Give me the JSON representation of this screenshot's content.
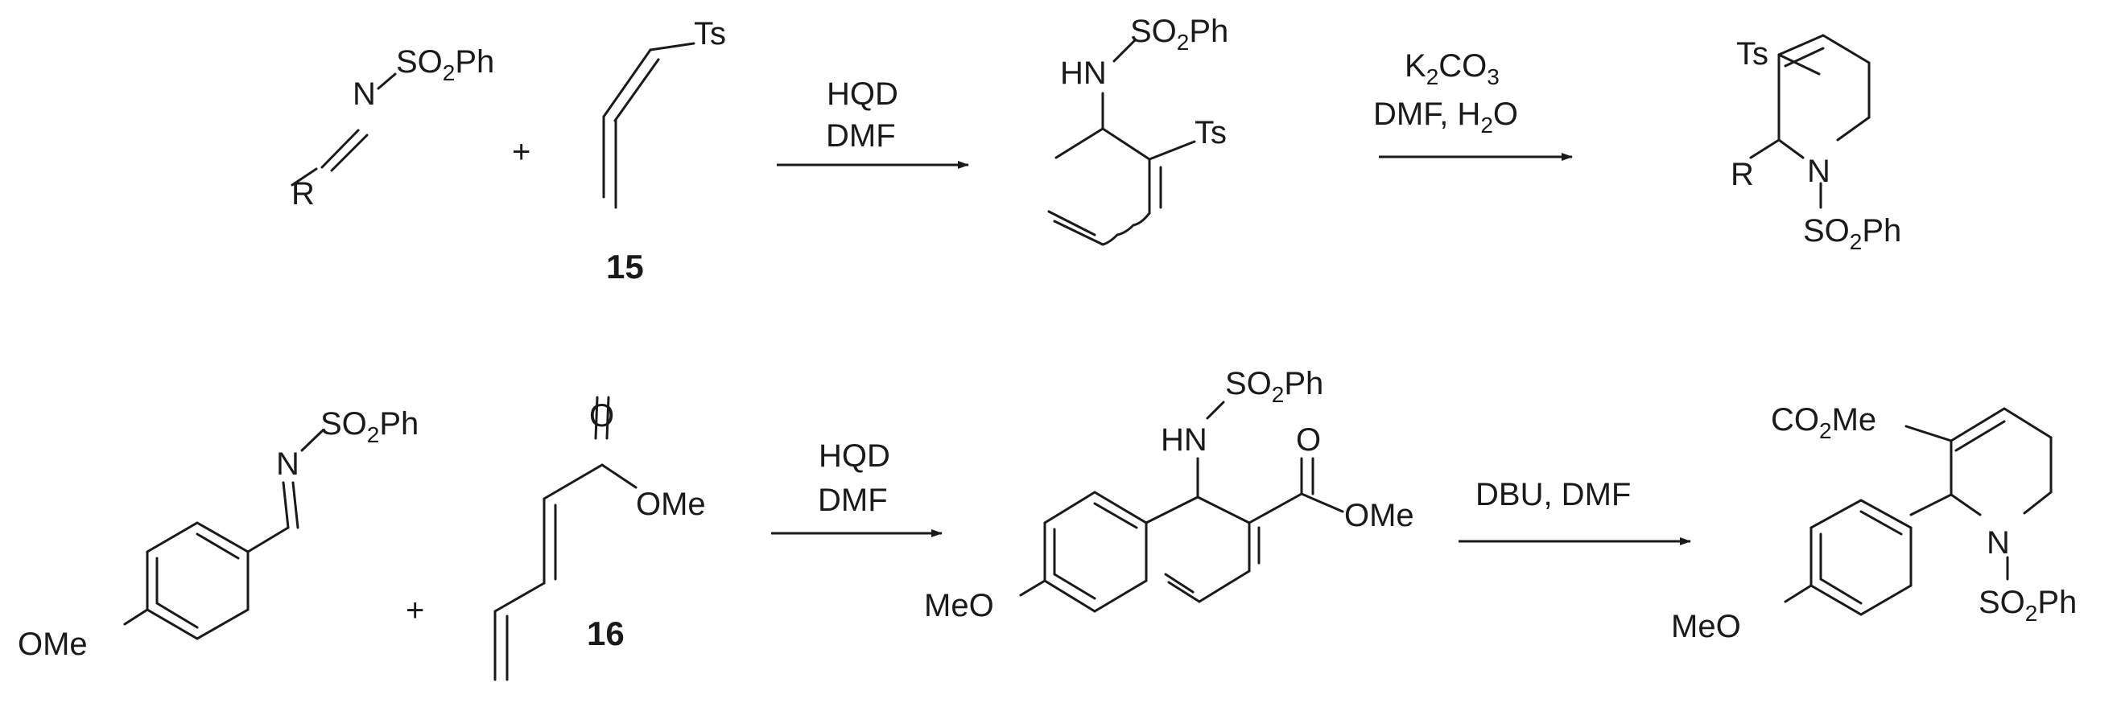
{
  "scheme1": {
    "reactant_imine": {
      "n": "N",
      "so2ph": [
        "SO",
        "2",
        "Ph"
      ],
      "r": "R"
    },
    "plus": "+",
    "reactant_diene": {
      "ts": "Ts",
      "number": "15"
    },
    "arrow1": {
      "line1": "HQD",
      "line2": "DMF"
    },
    "intermediate": {
      "hn": "HN",
      "so2ph": [
        "SO",
        "2",
        "Ph"
      ],
      "ts": "Ts"
    },
    "arrow2": {
      "line1": [
        "K",
        "2",
        "CO",
        "3"
      ],
      "line2": [
        "DMF, H",
        "2",
        "O"
      ]
    },
    "product": {
      "ts": "Ts",
      "r": "R",
      "n": "N",
      "so2ph": [
        "SO",
        "2",
        "Ph"
      ]
    }
  },
  "scheme2": {
    "reactant_imine": {
      "n": "N",
      "so2ph": [
        "SO",
        "2",
        "Ph"
      ],
      "ome": "OMe"
    },
    "plus": "+",
    "reactant_diene": {
      "o": "O",
      "ome": "OMe",
      "number": "16"
    },
    "arrow1": {
      "line1": "HQD",
      "line2": "DMF"
    },
    "intermediate": {
      "hn": "HN",
      "so2ph": [
        "SO",
        "2",
        "Ph"
      ],
      "o": "O",
      "ome": "OMe",
      "meo": "MeO"
    },
    "arrow2": {
      "line1": "DBU, DMF"
    },
    "product": {
      "co2me": [
        "CO",
        "2",
        "Me"
      ],
      "n": "N",
      "so2ph": [
        "SO",
        "2",
        "Ph"
      ],
      "meo": "MeO"
    }
  }
}
